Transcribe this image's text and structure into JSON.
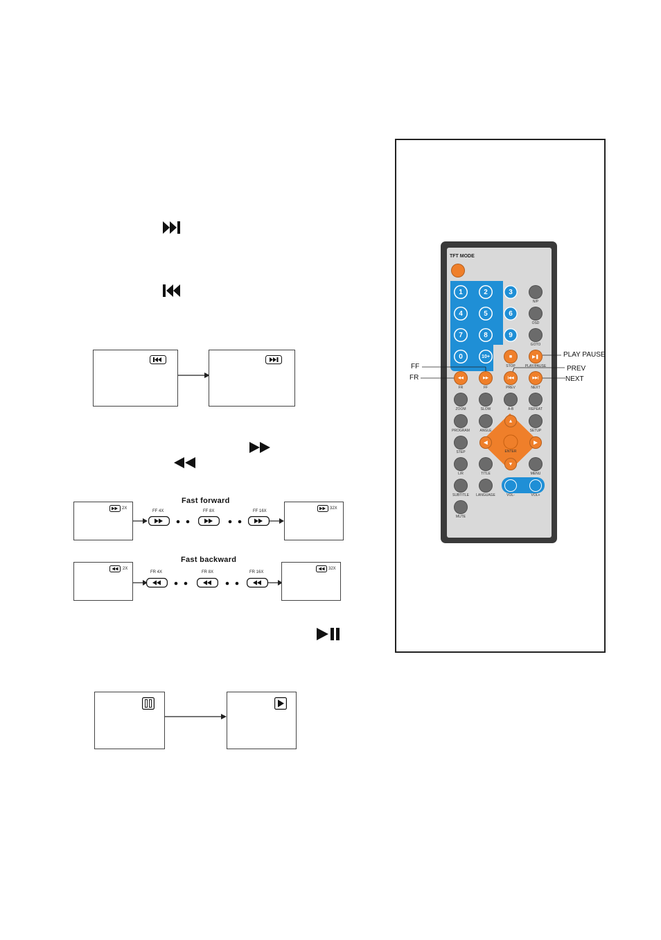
{
  "diagrams": {
    "skip": {
      "left_badge": "prev-icon",
      "right_badge": "next-icon"
    },
    "fast_forward": {
      "title": "Fast forward",
      "start_speed": "2X",
      "steps": [
        "FF 4X",
        "FF 8X",
        "FF 16X"
      ],
      "end_speed": "32X"
    },
    "fast_backward": {
      "title": "Fast backward",
      "start_speed": "2X",
      "steps": [
        "FR 4X",
        "FR 8X",
        "FR 16X"
      ],
      "end_speed": "32X"
    },
    "pause_play": {
      "left_badge": "pause-icon",
      "right_badge": "play-icon"
    }
  },
  "remote": {
    "mode_label": "TFT MODE",
    "keypad": [
      "1",
      "2",
      "3",
      "4",
      "5",
      "6",
      "7",
      "8",
      "9",
      "0",
      "10+"
    ],
    "side_labels": [
      "N/P",
      "OSD",
      "GOTO",
      "PLAY/PAUSE"
    ],
    "row_stop": [
      "STOP"
    ],
    "transport": [
      "FR",
      "FF",
      "PREV",
      "NEXT"
    ],
    "function_rows": [
      [
        "ZOOM",
        "SLOW",
        "A-B",
        "REPEAT"
      ],
      [
        "PROGRAM",
        "ANGLE",
        "SETUP"
      ],
      [
        "STEP",
        "ENTER"
      ],
      [
        "L/R",
        "TITLE",
        "MENU"
      ],
      [
        "SUBTITLE",
        "LANGUAGE",
        "VOL-",
        "VOL+"
      ],
      [
        "MUTE"
      ]
    ],
    "callouts": {
      "ff": "FF",
      "fr": "FR",
      "play_pause": "PLAY PAUSE",
      "prev": "PREV",
      "next": "NEXT"
    },
    "colors": {
      "orange": "#ef7f2a",
      "blue": "#1f8fd6",
      "grey_button": "#6b6b6b",
      "body": "#d9d9d9"
    }
  }
}
